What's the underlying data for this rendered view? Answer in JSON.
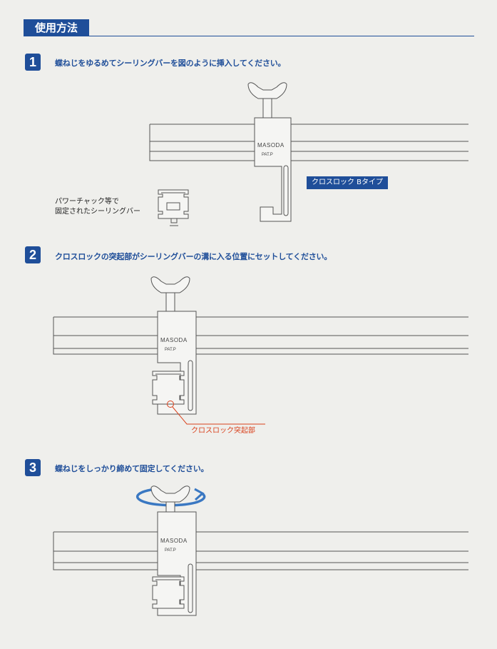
{
  "header": {
    "title": "使用方法"
  },
  "steps": [
    {
      "number": "1",
      "text": "蝶ねじをゆるめてシーリングバーを図のように挿入してください。"
    },
    {
      "number": "2",
      "text": "クロスロックの突起部がシーリングバーの溝に入る位置にセットしてください。"
    },
    {
      "number": "3",
      "text": "蝶ねじをしっかり締めて固定してください。"
    }
  ],
  "labels": {
    "product_tag": "クロスロック Bタイプ",
    "bar_caption_line1": "パワーチャック等で",
    "bar_caption_line2": "固定されたシーリングバー",
    "protrusion_callout": "クロスロック突起部",
    "brand": "MASODA",
    "patent": "PAT.P"
  },
  "colors": {
    "accent": "#1f4e99",
    "callout": "#d9401b",
    "line": "#555555",
    "arrow": "#3a78c2"
  }
}
